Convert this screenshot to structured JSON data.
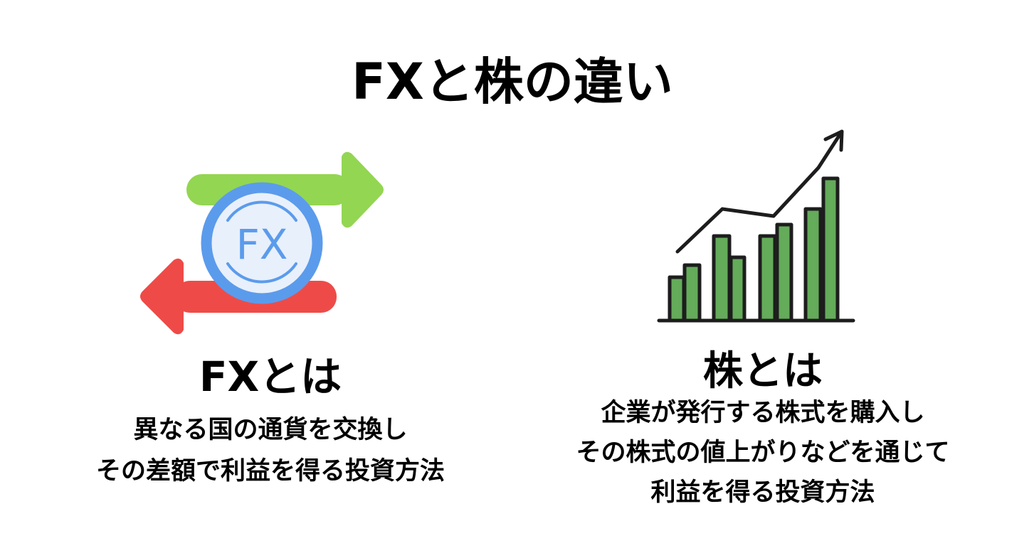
{
  "title": "FXと株の違い",
  "fx": {
    "heading": "FXとは",
    "lines": [
      "異なる国の通貨を交換し",
      "その差額で利益を得る投資方法"
    ],
    "icon": "currency-exchange-icon",
    "icon_text": "FX",
    "colors": {
      "green": "#93d652",
      "red": "#ee4b48",
      "blue": "#5b9bec",
      "coin_fill": "#e8f0fb"
    }
  },
  "stock": {
    "heading": "株とは",
    "lines": [
      "企業が発行する株式を購入し",
      "その株式の値上がりなどを通じて",
      "利益を得る投資方法"
    ],
    "icon": "rising-bar-chart-icon",
    "colors": {
      "bar": "#64ab5a",
      "outline": "#1d1d1d"
    }
  }
}
